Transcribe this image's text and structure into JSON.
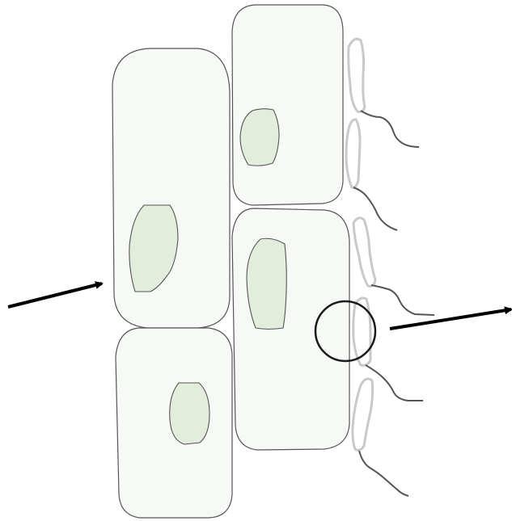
{
  "diagram": {
    "type": "cell-bacteria-illustration",
    "colors": {
      "background": "#ffffff",
      "cell_fill": "#f6f9f5",
      "cell_stroke": "#555555",
      "nucleus_fill": "#e2eedb",
      "nucleus_stroke": "#555555",
      "bacterium_fill": "#ffffff",
      "bacterium_stroke": "#c9c9c9",
      "flagellum_stroke": "#555555",
      "arrow_color": "#000000",
      "circle_stroke": "#1a1a1a"
    },
    "elements": {
      "cells": [
        "cell-top-middle",
        "cell-left-tall",
        "cell-middle-right",
        "cell-bottom-left"
      ],
      "bacteria_count": 5,
      "arrows": [
        "arrow-left-incoming",
        "arrow-right-outgoing"
      ],
      "highlight": "highlight-circle"
    }
  }
}
